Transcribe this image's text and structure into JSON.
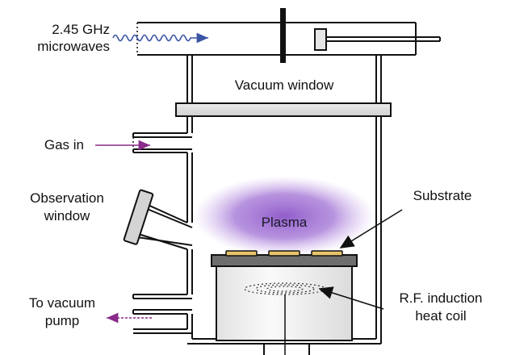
{
  "labels": {
    "microwaves_line1": "2.45 GHz",
    "microwaves_line2": "microwaves",
    "vacuum_window": "Vacuum window",
    "gas_in": "Gas in",
    "observation_line1": "Observation",
    "observation_line2": "window",
    "substrate": "Substrate",
    "plasma": "Plasma",
    "coil_line1": "R.F. induction",
    "coil_line2": "heat coil",
    "pump_line1": "To vacuum",
    "pump_line2": "pump"
  },
  "colors": {
    "outline": "#111111",
    "chamber_fill": "#f2f2f2",
    "plasma": "#9a66cc",
    "wave": "#3a55a4",
    "gas_arrow": "#8a2a8a",
    "substrate": "#e8c46a",
    "stage": "#6e6e6e"
  }
}
